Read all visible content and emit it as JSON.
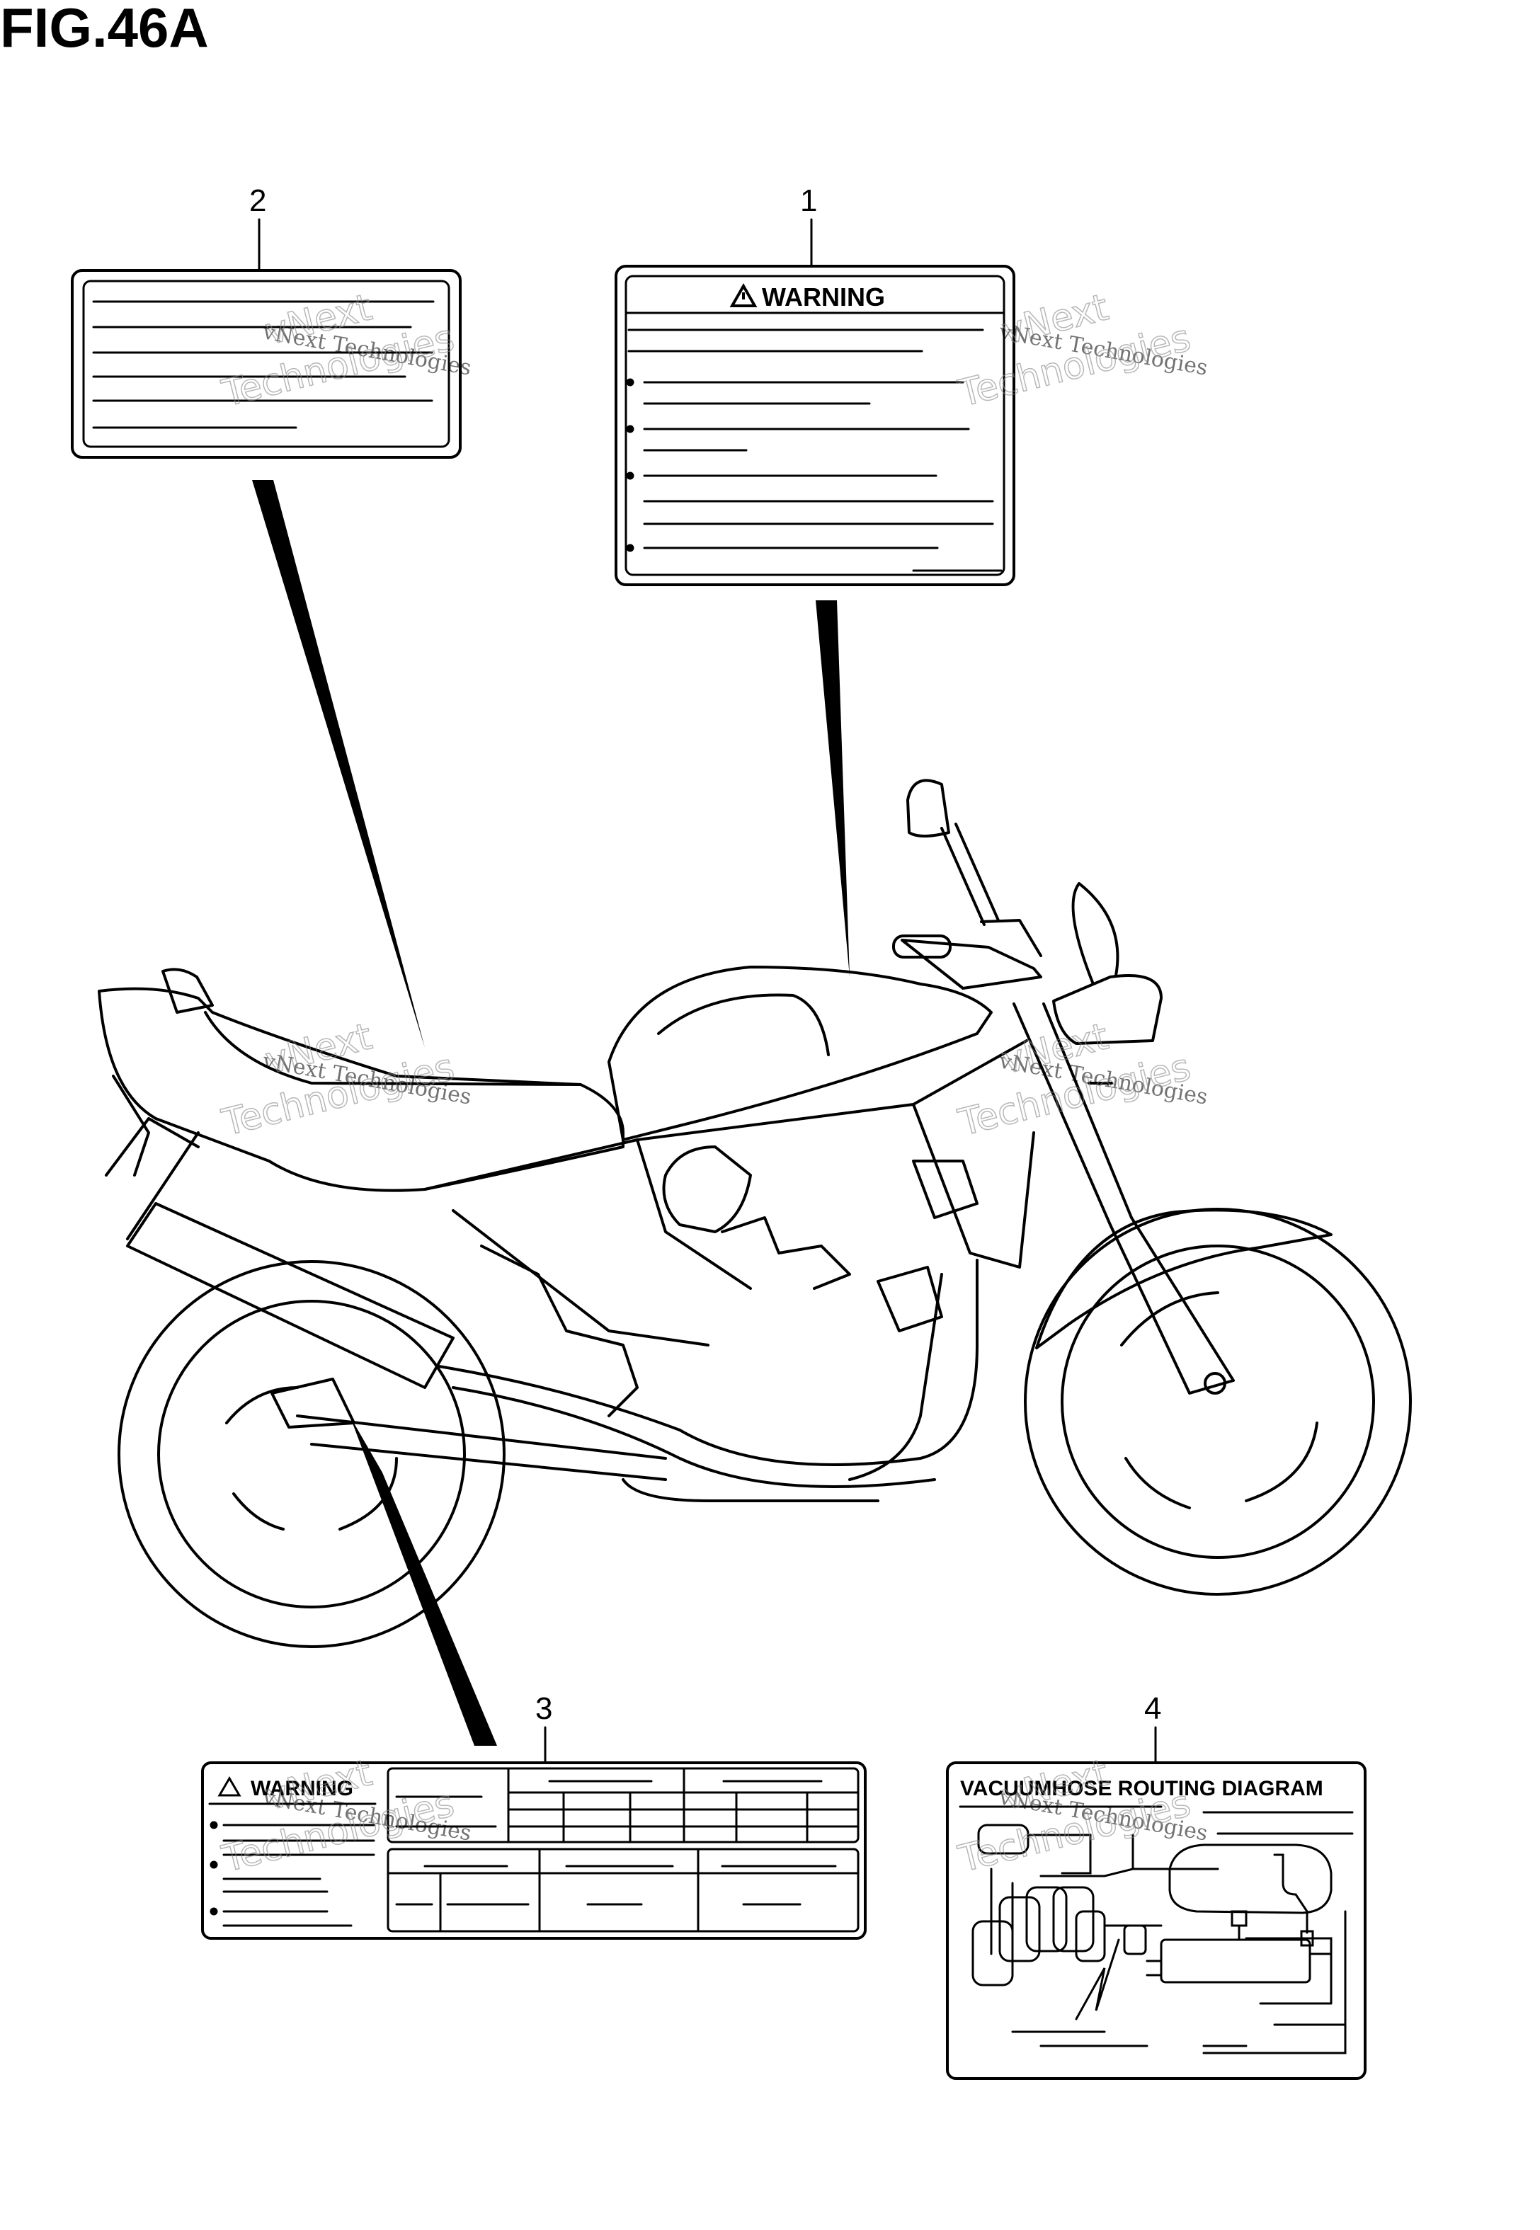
{
  "figure": {
    "title": "FIG.46A"
  },
  "callouts": [
    {
      "number": "1",
      "part": "warning-label-tank"
    },
    {
      "number": "2",
      "part": "info-label-seat"
    },
    {
      "number": "3",
      "part": "warning-label-swingarm"
    },
    {
      "number": "4",
      "part": "vacuum-hose-routing-label"
    }
  ],
  "labels": {
    "warning": "WARNING",
    "vacuum_diagram": "VACUUMHOSE ROUTING DIAGRAM"
  },
  "watermark": {
    "line1": "vNext Technologies",
    "line2": "vNext",
    "line3": "Technologies"
  }
}
